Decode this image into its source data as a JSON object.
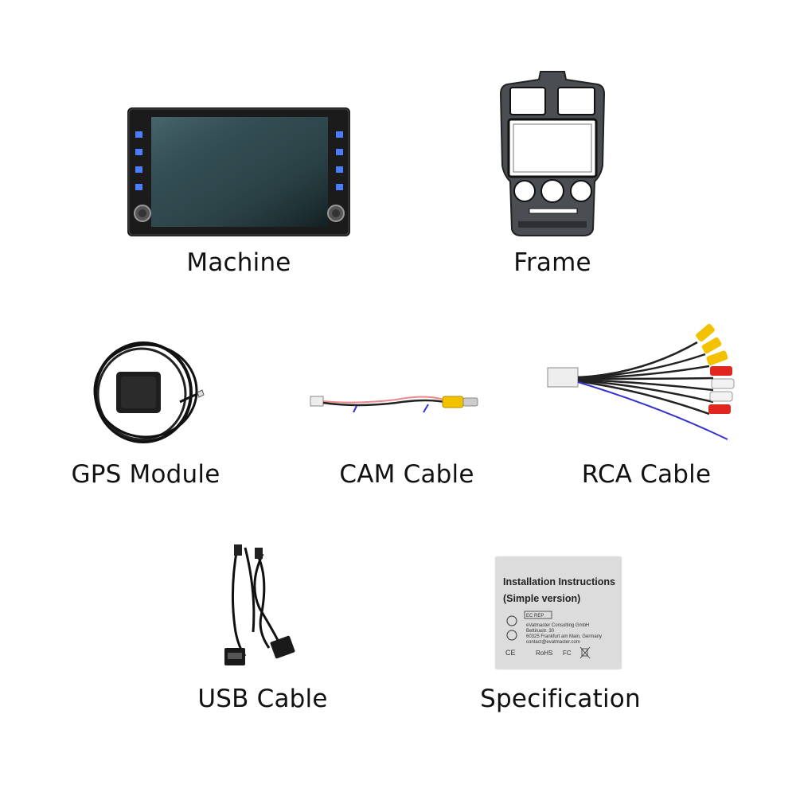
{
  "items": [
    {
      "caption": "Machine"
    },
    {
      "caption": "Frame"
    },
    {
      "caption": "GPS Module"
    },
    {
      "caption": "CAM Cable"
    },
    {
      "caption": "RCA Cable"
    },
    {
      "caption": "USB Cable"
    },
    {
      "caption": "Specification"
    }
  ],
  "document": {
    "title": "Installation Instructions",
    "subtitle": "(Simple version)",
    "ec_rep": "EC REP",
    "company": "eVatmaster Consulting GmbH",
    "street": "Bettinastr. 30",
    "city": "60325 Frankfurt am Main, Germany",
    "email": "contact@evatmaster.com",
    "marks": [
      "CE",
      "RoHS",
      "FC"
    ]
  },
  "colors": {
    "rca_yellow": "#f2c200",
    "rca_red": "#e0261f",
    "rca_white": "#f2f2f2",
    "screen": "#2f4a4f",
    "doc_paper": "#dcdcdc",
    "icon_blue": "#4a7dff"
  }
}
